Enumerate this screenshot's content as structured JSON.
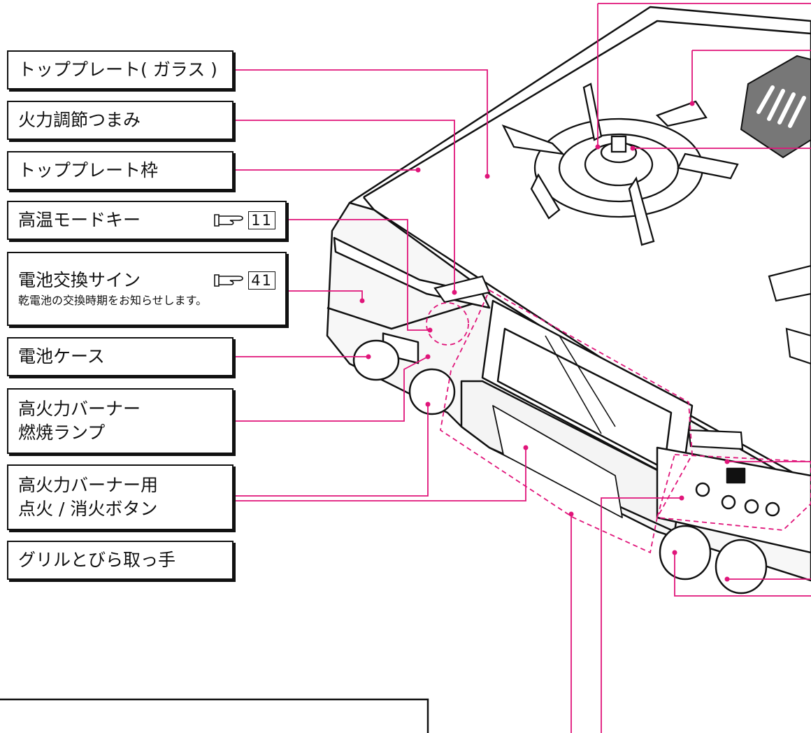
{
  "labels": {
    "top_plate_glass": "トッププレート( ガラス )",
    "heat_knob": "火力調節つまみ",
    "top_plate_frame": "トッププレート枠",
    "high_temp_key": "高温モードキー",
    "high_temp_ref": "11",
    "battery_sign": "電池交換サイン",
    "battery_sign_ref": "41",
    "battery_sign_note": "乾電池の交換時期をお知らせします。",
    "battery_case": "電池ケース",
    "lamp_line1": "高火力バーナー",
    "lamp_line2": "燃焼ランプ",
    "button_line1": "高火力バーナー用",
    "button_line2": "点火 / 消火ボタン",
    "grill_handle": "グリルとびら取っ手"
  },
  "icons": {
    "reference": "pointing-hand-icon"
  },
  "colors": {
    "leader": "#e0157a",
    "outline": "#111111",
    "panel": "#f2f2f2"
  }
}
